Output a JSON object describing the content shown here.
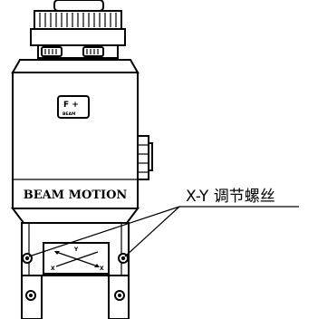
{
  "device": {
    "panel_label": "BEAM MOTION",
    "badge_top": "F +",
    "badge_bottom": "BEAM",
    "axis_y": "Y",
    "axis_x_left": "X",
    "axis_x_right": "X"
  },
  "callout": {
    "label": "X-Y 调节螺丝"
  },
  "colors": {
    "line": "#000000",
    "background": "#ffffff"
  }
}
